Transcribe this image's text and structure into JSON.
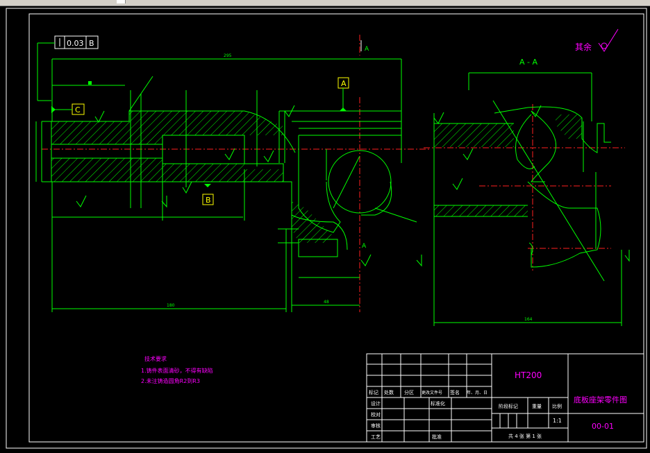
{
  "drawing": {
    "section_label": "A - A",
    "view_marker": "A",
    "roughness_text": "其余",
    "datum_a": "A",
    "datum_b": "B",
    "datum_c": "C",
    "tolerance_value": "0.03",
    "tolerance_datum": "B",
    "overall_length": "295",
    "section_width": "164",
    "lower_length": "180",
    "lower_length_2": "48"
  },
  "notes": {
    "title": "技术要求",
    "line1": "1.铸件表面清砂，不得有缺陷",
    "line2": "2.未注铸造圆角R2到R3"
  },
  "title_block": {
    "material": "HT200",
    "part_name": "底板座架零件图",
    "drawing_no": "00-01",
    "scale": "1:1",
    "sheets": "共 4 张  第 1 张",
    "headers": [
      "标记",
      "处数",
      "分区",
      "更改文件号",
      "签名",
      "年、月、日"
    ],
    "design": "设计",
    "standardize": "标准化",
    "check": "校对",
    "review": "审核",
    "process": "工艺",
    "approve": "批准",
    "stage_mark": "阶段标记",
    "weight": "重量",
    "ratio": "比例"
  },
  "colors": {
    "outline": "#00ff00",
    "frame": "#ffffff",
    "centerline": "#ff2020",
    "notes": "#ff00ff",
    "datum": "#ffff00"
  }
}
